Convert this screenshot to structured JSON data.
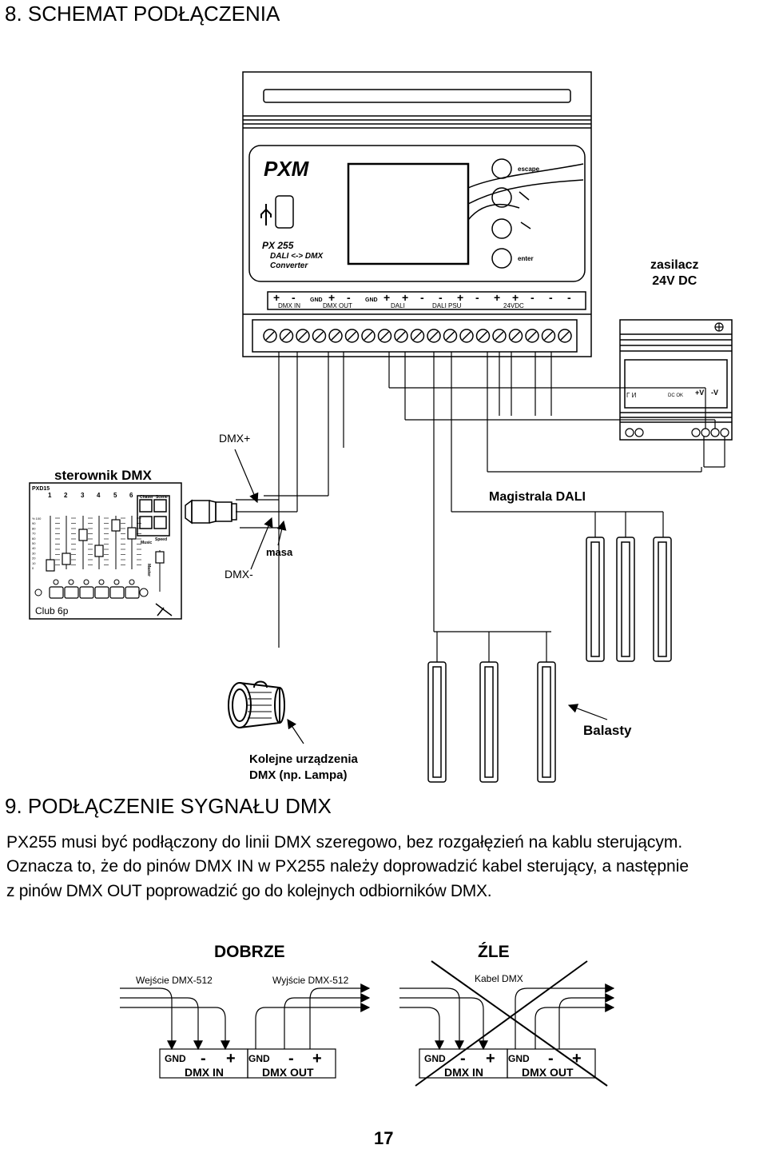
{
  "section8": {
    "title": "8. SCHEMAT PODŁĄCZENIA"
  },
  "device": {
    "brand": "PXM",
    "model": "PX 255",
    "subtitle1": "DALI <-> DMX",
    "subtitle2": "Converter",
    "btn_escape": "escape",
    "btn_enter": "enter",
    "term_top": [
      "+",
      "-",
      "GND",
      "+",
      "-",
      "GND",
      "+",
      "+",
      "-",
      "-",
      "+",
      "-",
      "+",
      "+",
      "-",
      "-",
      "-"
    ],
    "term_groups": [
      "DMX IN",
      "DMX OUT",
      "DALI",
      "DALI PSU",
      "24VDC"
    ]
  },
  "psu": {
    "title_line1": "zasilacz",
    "title_line2": "24V DC",
    "dc_ok": "DC OK",
    "plus_v": "+V",
    "minus_v": "-V"
  },
  "controller": {
    "title": "sterownik DMX",
    "model": "PXD15",
    "club": "Club 6p",
    "channels": [
      "1",
      "2",
      "3",
      "4",
      "5",
      "6"
    ],
    "chaser": "Chaser",
    "scene": "Scene",
    "speed": "Speed",
    "music": "Music",
    "master": "Master",
    "scale": [
      "% 100",
      "90",
      "80",
      "70",
      "60",
      "50",
      "40",
      "30",
      "20",
      "10",
      "0"
    ]
  },
  "labels": {
    "dmx_plus": "DMX+",
    "dmx_minus": "DMX-",
    "masa": "masa",
    "magistrala": "Magistrala DALI",
    "balasty": "Balasty",
    "kolejne_line1": "Kolejne urządzenia",
    "kolejne_line2": "DMX (np. Lampa)"
  },
  "section9": {
    "title": "9. PODŁĄCZENIE SYGNAŁU DMX",
    "para1": "PX255 musi być podłączony do linii DMX szeregowo, bez rozgałęzień na kablu sterującym.",
    "para2": "Oznacza to, że do pinów DMX IN w PX255 należy doprowadzić kabel sterujący, a następnie",
    "para3": "z pinów DMX OUT poprowadzić go do kolejnych odbiorników DMX."
  },
  "good": {
    "title": "DOBRZE",
    "input": "Wejście DMX-512",
    "output": "Wyjście DMX-512",
    "pins": [
      "GND",
      "-",
      "+",
      "GND",
      "-",
      "+"
    ],
    "dmx_in": "DMX IN",
    "dmx_out": "DMX OUT"
  },
  "bad": {
    "title": "ŹLE",
    "cable": "Kabel DMX",
    "pins": [
      "GND",
      "-",
      "+",
      "GND",
      "-",
      "+"
    ],
    "dmx_in": "DMX IN",
    "dmx_out": "DMX OUT"
  },
  "page_number": "17"
}
